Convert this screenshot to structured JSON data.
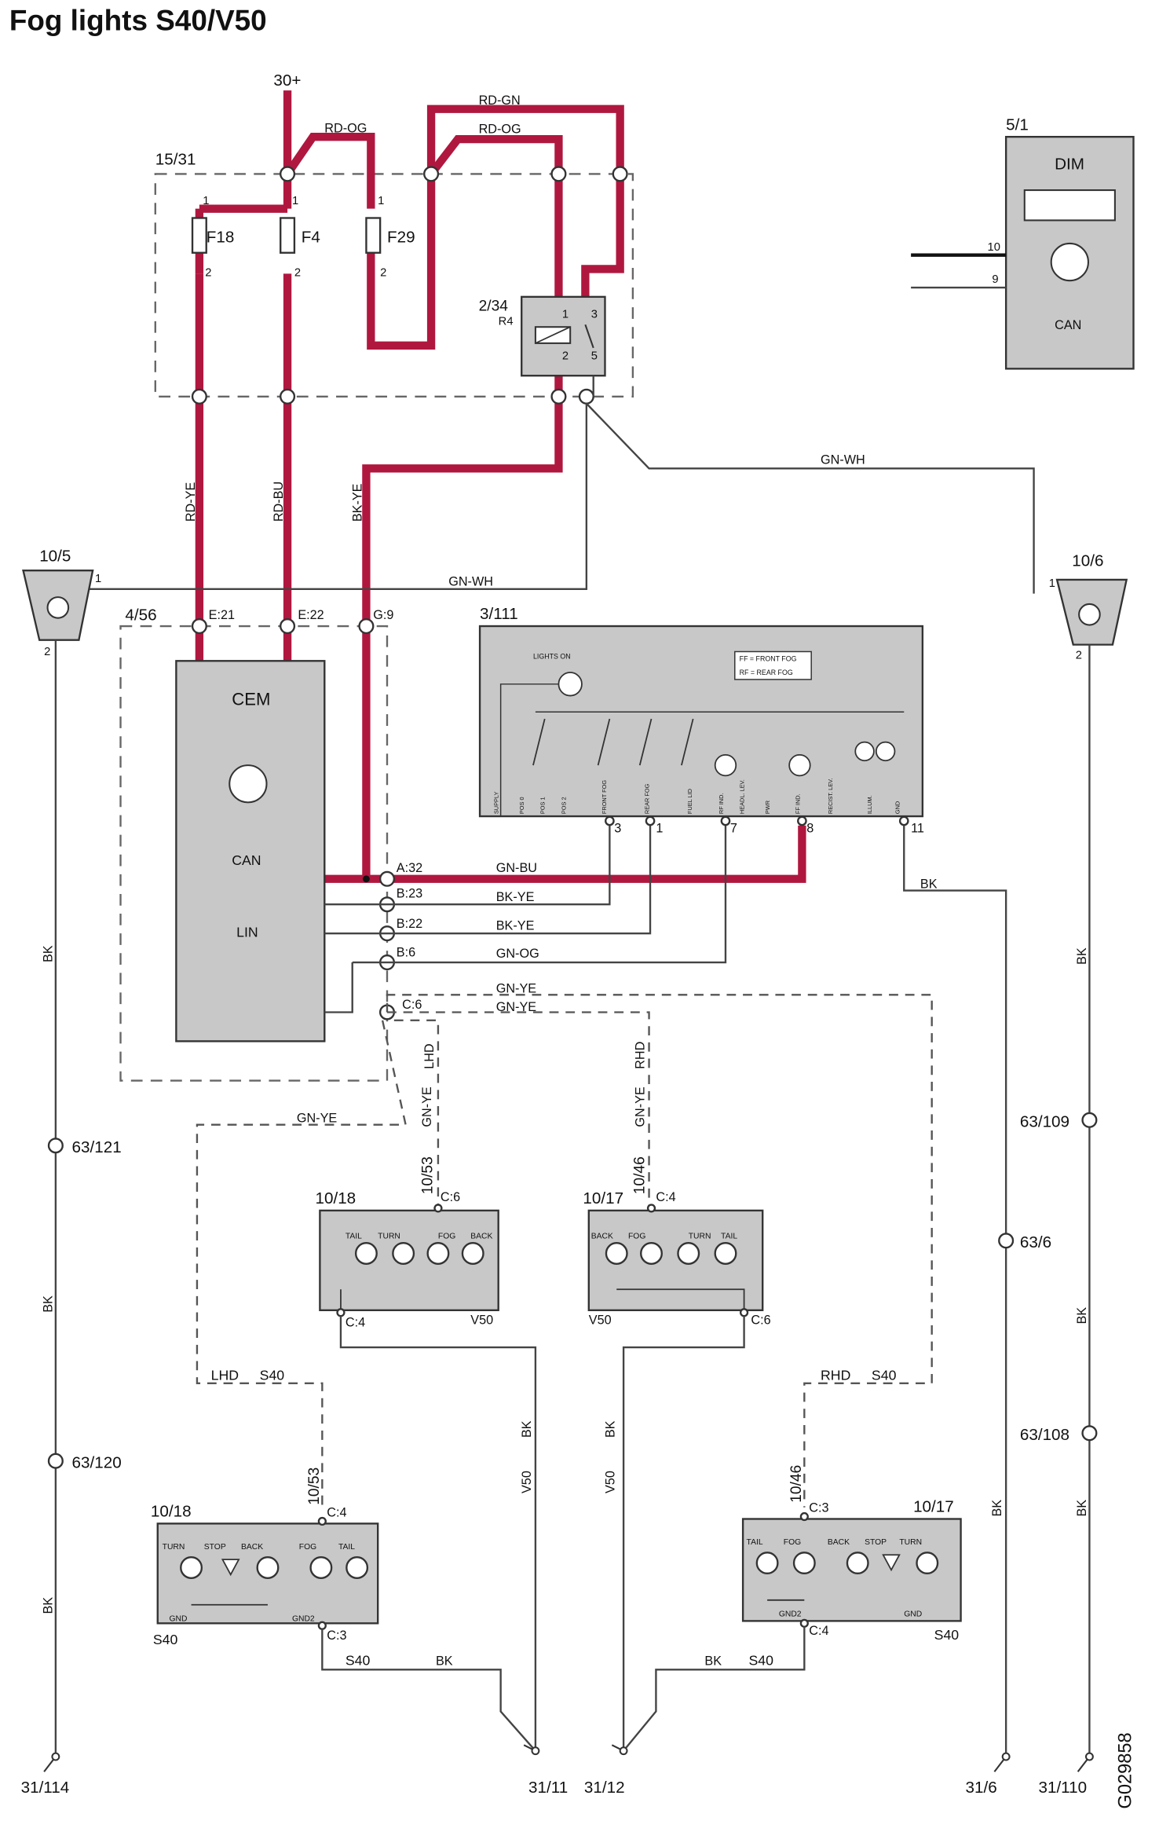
{
  "title": "Fog lights S40/V50",
  "drawing_id": "G029858",
  "supply": "30+",
  "wires": {
    "rd_og_1": "RD-OG",
    "rd_gn": "RD-GN",
    "rd_og_2": "RD-OG",
    "rd_ye": "RD-YE",
    "rd_bu": "RD-BU",
    "bk_ye_v": "BK-YE",
    "gn_wh_top": "GN-WH",
    "gn_wh_mid": "GN-WH",
    "gn_bu": "GN-BU",
    "bk_ye_1": "BK-YE",
    "bk_ye_2": "BK-YE",
    "gn_og": "GN-OG",
    "gn_ye_1": "GN-YE",
    "gn_ye_2": "GN-YE",
    "gn_ye_left": "GN-YE",
    "gn_ye_lhd": "GN-YE",
    "gn_ye_rhd": "GN-YE",
    "bk_switch": "BK",
    "bk_left_1": "BK",
    "bk_left_2": "BK",
    "bk_left_3": "BK",
    "bk_right_1": "BK",
    "bk_right_2": "BK",
    "bk_right_3": "BK",
    "bk_636": "BK",
    "bk_v50_l": "BK",
    "v50_l": "V50",
    "bk_v50_r": "BK",
    "v50_r": "V50",
    "bk_s40_l": "BK",
    "s40_l": "S40",
    "bk_s40_r": "BK",
    "s40_r": "S40"
  },
  "fuse_box": {
    "id": "15/31",
    "fuses": [
      "F18",
      "F4",
      "F29"
    ],
    "pin1": "1",
    "pin2": "2",
    "relay_id": "2/34",
    "relay_name": "R4",
    "relay_pins": [
      "1",
      "3",
      "2",
      "5"
    ]
  },
  "dim": {
    "id": "5/1",
    "name": "DIM",
    "pin10": "10",
    "pin9": "9",
    "can": "CAN"
  },
  "cem": {
    "id": "4/56",
    "name": "CEM",
    "can": "CAN",
    "lin": "LIN",
    "top_pins": [
      "E:21",
      "E:22",
      "G:9"
    ],
    "side_pins": [
      "A:32",
      "B:23",
      "B:22",
      "B:6",
      "C:6"
    ]
  },
  "switch": {
    "id": "3/111",
    "lights_on": "LIGHTS ON",
    "legend1": "FF = FRONT FOG",
    "legend2": "RF = REAR FOG",
    "functions": [
      "SUPPLY",
      "POS 0",
      "POS 1",
      "POS 2",
      "FRONT FOG",
      "REAR FOG",
      "FUEL LID",
      "RF IND.",
      "HEADL. LEV.",
      "PWR",
      "FF IND.",
      "RECIST. LEV.",
      "ILLUM.",
      "GND"
    ],
    "pins": [
      "3",
      "1",
      "7",
      "8",
      "11"
    ]
  },
  "fog_lamps": {
    "left": {
      "id": "10/5",
      "pin1": "1",
      "pin2": "2"
    },
    "right": {
      "id": "10/6",
      "pin1": "1",
      "pin2": "2"
    }
  },
  "grounds": {
    "g1": "63/121",
    "g2": "63/120",
    "g3": "63/109",
    "g4": "63/6",
    "g5": "63/108",
    "t1": "31/114",
    "t2": "31/11",
    "t3": "31/12",
    "t4": "31/6",
    "t5": "31/110"
  },
  "lamp_units": {
    "v50_left": {
      "id": "10/18",
      "conn": "10/53",
      "pin_top": "C:6",
      "pin_bot": "C:4",
      "model": "V50",
      "labels": [
        "TAIL",
        "TURN",
        "FOG",
        "BACK"
      ]
    },
    "v50_right": {
      "id": "10/17",
      "conn": "10/46",
      "pin_top": "C:4",
      "pin_bot": "C:6",
      "model": "V50",
      "labels": [
        "BACK",
        "FOG",
        "TURN",
        "TAIL"
      ]
    },
    "s40_left": {
      "id": "10/18",
      "conn": "10/53",
      "pin_top": "C:4",
      "pin_bot": "C:3",
      "model": "S40",
      "labels": [
        "TURN",
        "STOP",
        "BACK",
        "FOG",
        "TAIL"
      ],
      "gnd": "GND",
      "gnd2": "GND2"
    },
    "s40_right": {
      "id": "10/17",
      "conn": "10/46",
      "pin_top": "C:3",
      "pin_bot": "C:4",
      "model": "S40",
      "labels": [
        "TAIL",
        "FOG",
        "BACK",
        "STOP",
        "TURN"
      ],
      "gnd": "GND",
      "gnd2": "GND2"
    }
  },
  "variants": {
    "lhd": "LHD",
    "rhd": "RHD",
    "lhd2": "LHD",
    "s40a": "S40",
    "rhd2": "RHD",
    "s40b": "S40"
  }
}
